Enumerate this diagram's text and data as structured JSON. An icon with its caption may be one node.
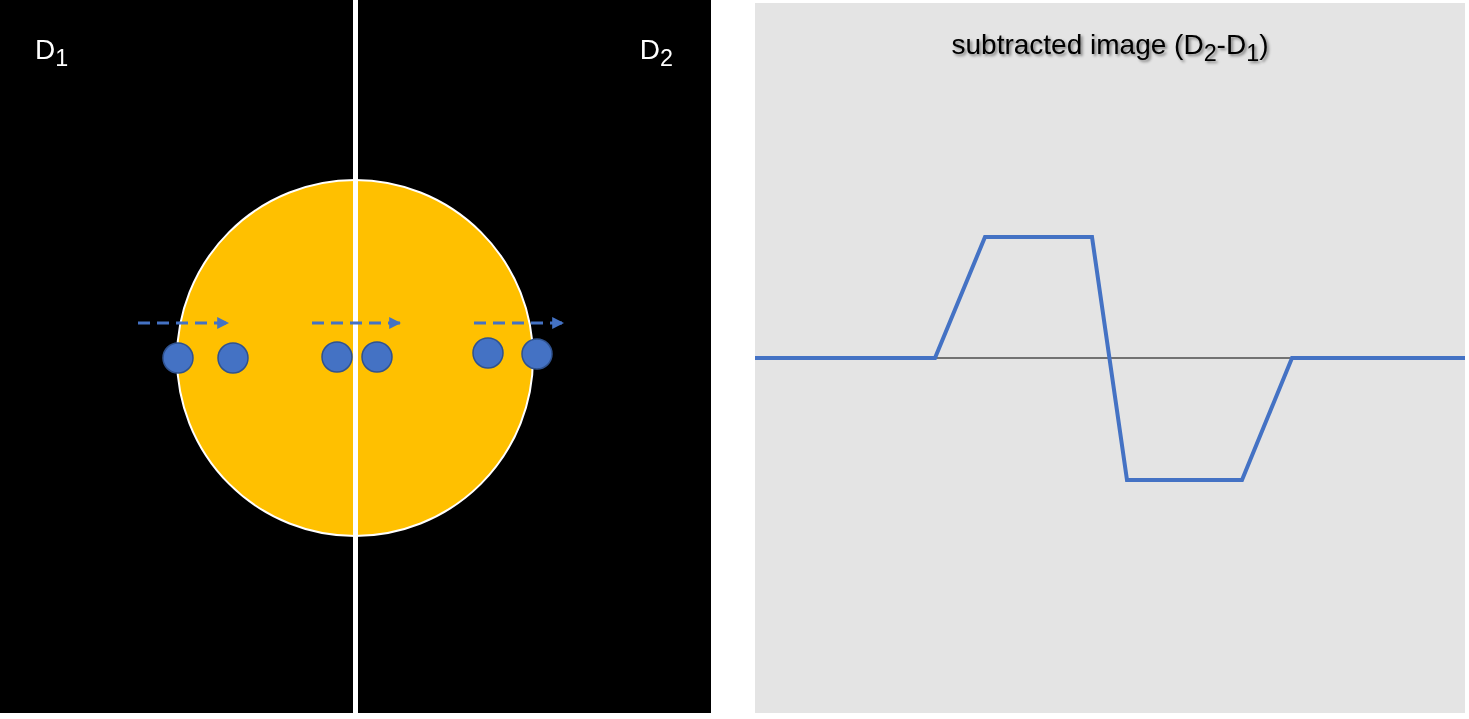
{
  "diagram": {
    "nodes": [
      {
        "text": [
          "D$_{1}$",
          "D$_{2}$"
        ]
      },
      {
        "text": [
          "subtracted image (D$_{2}$-D$_{1}$)"
        ]
      }
    ]
  }
}
